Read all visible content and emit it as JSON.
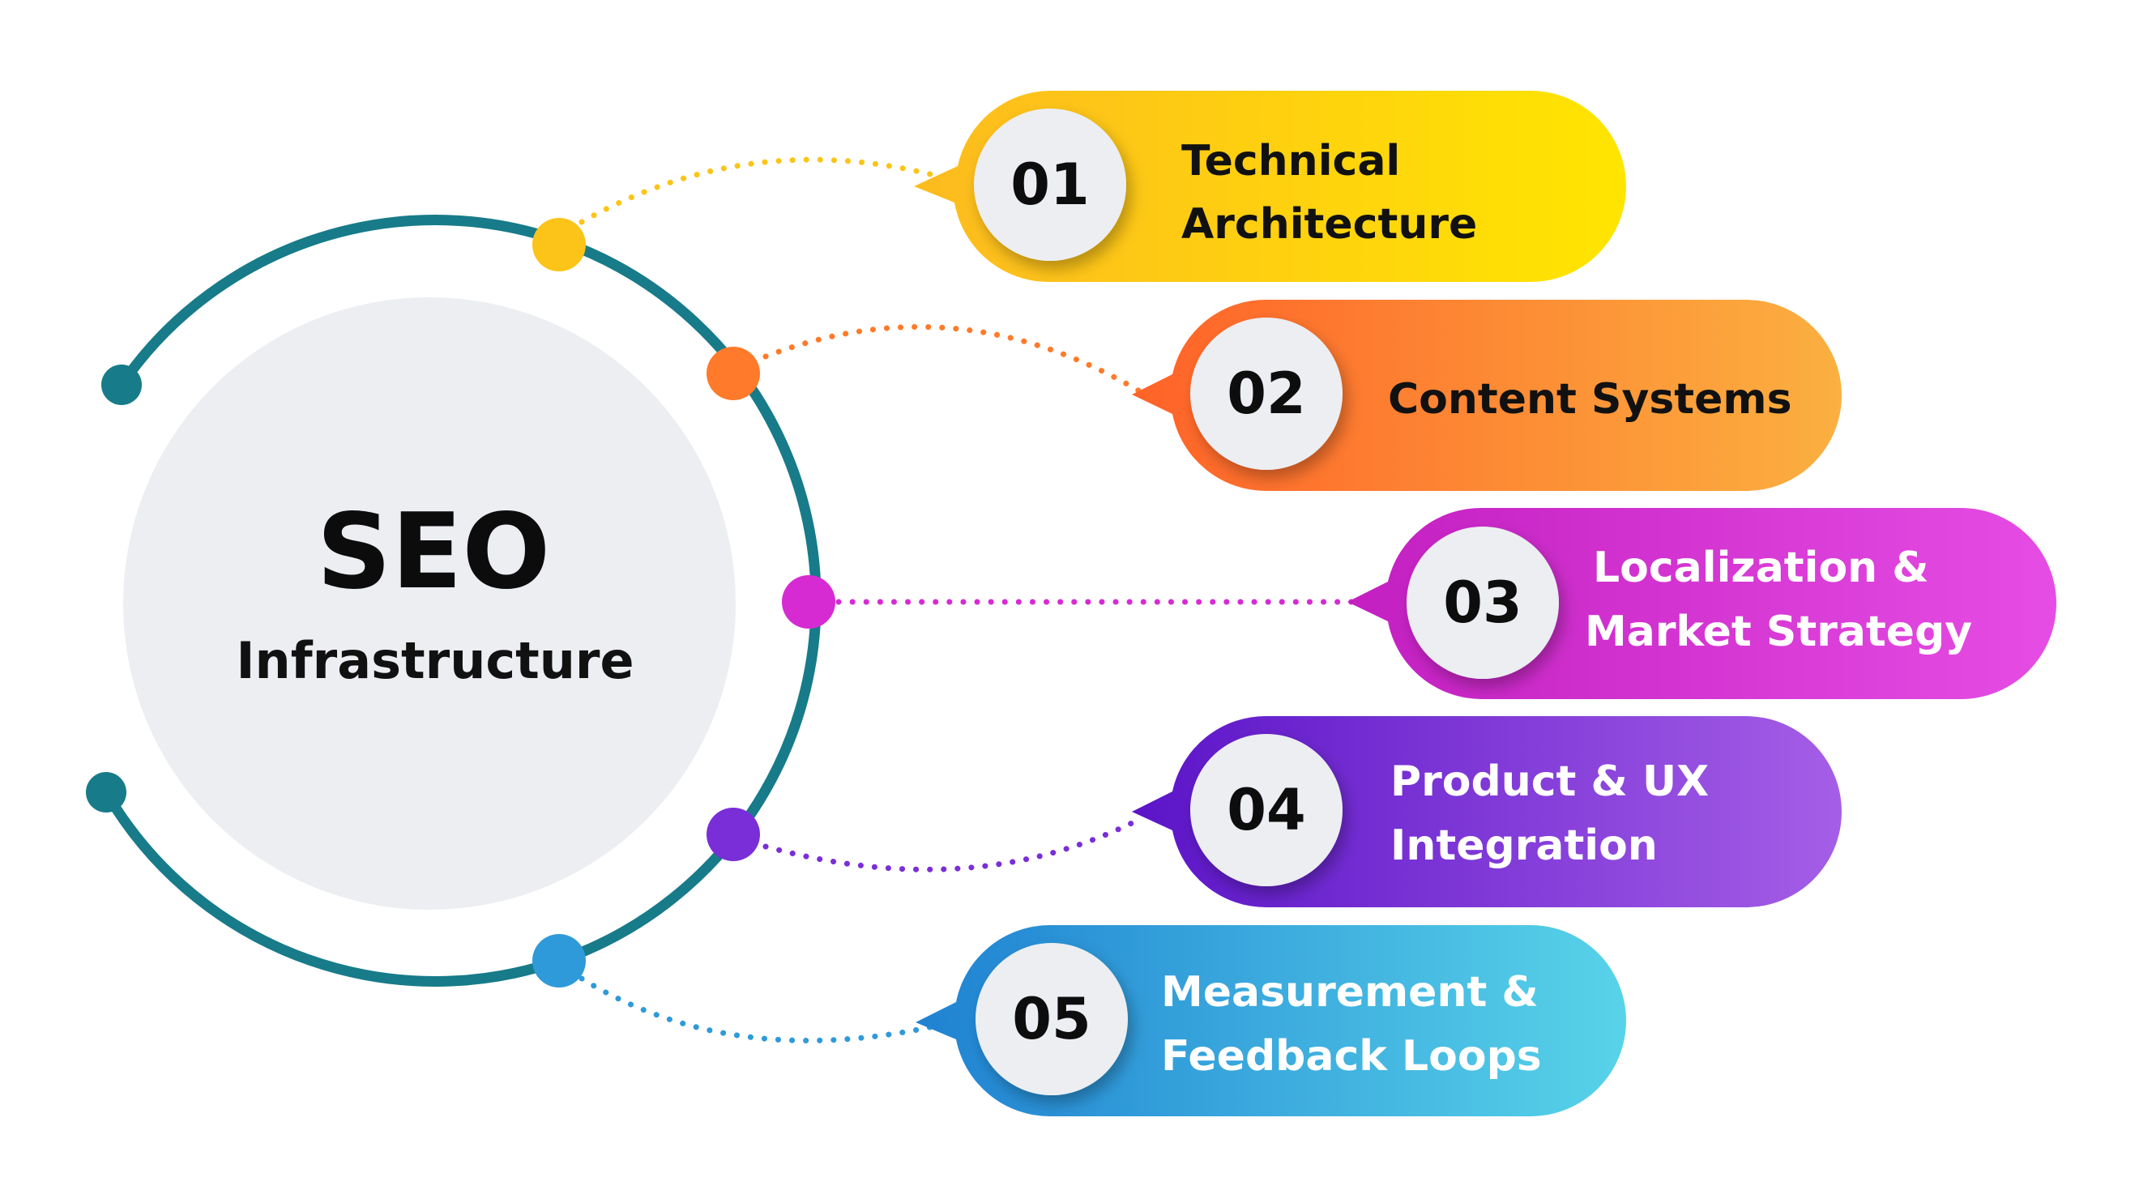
{
  "center": {
    "title": "SEO",
    "subtitle": "Infrastructure"
  },
  "steps": [
    {
      "number": "01",
      "label_lines": [
        "Technical",
        "Architecture"
      ],
      "label_color": "#111111",
      "gradient": [
        "#fdbb1f",
        "#ffe500"
      ],
      "dot_color": "#fcc419",
      "node_color": "#fcc419"
    },
    {
      "number": "02",
      "label_lines": [
        "Content Systems"
      ],
      "label_color": "#111111",
      "gradient": [
        "#ff6228",
        "#fbb040"
      ],
      "dot_color": "#ff7a2a",
      "node_color": "#ff7a2a"
    },
    {
      "number": "03",
      "label_lines": [
        "Localization &",
        "Market Strategy"
      ],
      "label_color": "#ffffff",
      "gradient": [
        "#c31fc1",
        "#e64de4"
      ],
      "dot_color": "#d62bd3",
      "node_color": "#d62bd3"
    },
    {
      "number": "04",
      "label_lines": [
        "Product & UX",
        "Integration"
      ],
      "label_color": "#ffffff",
      "gradient": [
        "#5b14c8",
        "#a45ee6"
      ],
      "dot_color": "#7a2ed8",
      "node_color": "#7a2ed8"
    },
    {
      "number": "05",
      "label_lines": [
        "Measurement &",
        "Feedback Loops"
      ],
      "label_color": "#ffffff",
      "gradient": [
        "#1f82d2",
        "#58d3e9"
      ],
      "dot_color": "#2f9ad9",
      "node_color": "#2f9ad9"
    }
  ],
  "colors": {
    "ring": "#177b89",
    "center_fill": "#eceef2",
    "number_circle": "#eceef2"
  }
}
